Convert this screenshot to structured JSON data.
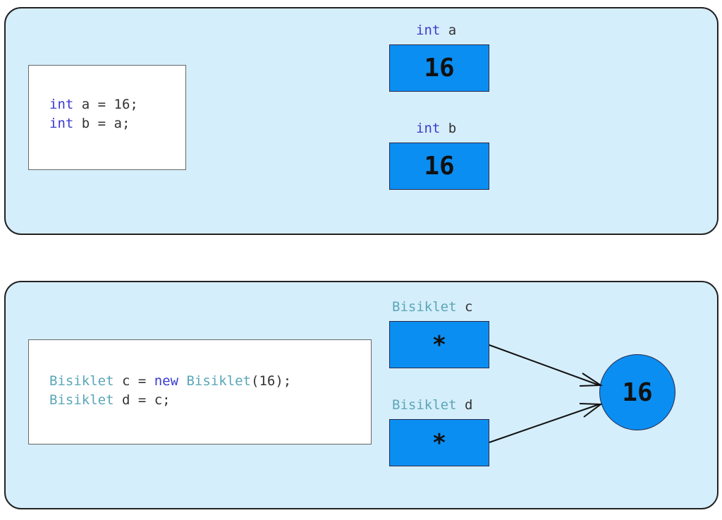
{
  "panel1": {
    "code": [
      {
        "type": "int",
        "rest": " a = 16;"
      },
      {
        "type": "int",
        "rest": " b = a;"
      }
    ],
    "var_a": {
      "type": "int",
      "name": " a",
      "value": "16"
    },
    "var_b": {
      "type": "int",
      "name": " b",
      "value": "16"
    }
  },
  "panel2": {
    "code": [
      {
        "type": "Bisiklet",
        "mid": " c = ",
        "kw": "new",
        "ctor": " Bisiklet",
        "rest": "(16);"
      },
      {
        "type": "Bisiklet",
        "rest": " d = c;"
      }
    ],
    "var_c": {
      "type": "Bisiklet",
      "name": " c",
      "value": "*"
    },
    "var_d": {
      "type": "Bisiklet",
      "name": " d",
      "value": "*"
    },
    "object_value": "16"
  },
  "colors": {
    "panel_bg": "#d5eefb",
    "box_fill": "#0b8ef2",
    "keyword": "#3b3bcf",
    "class_type": "#5aa6b8"
  }
}
